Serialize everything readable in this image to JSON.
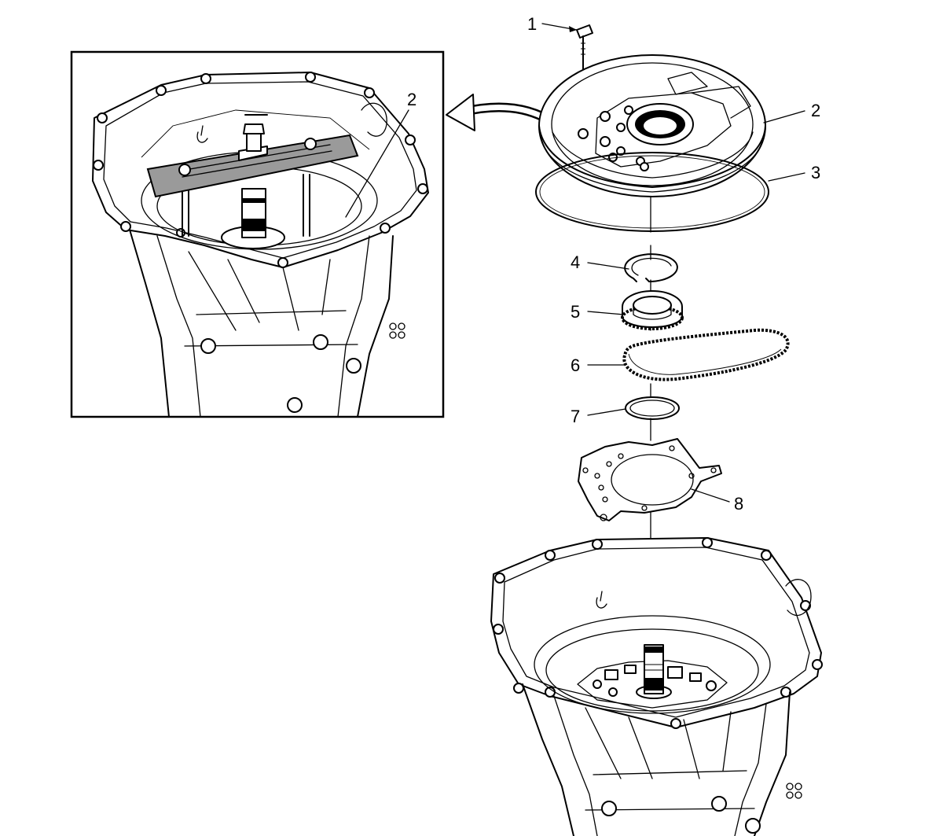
{
  "diagram": {
    "callouts": {
      "c1": "1",
      "c2": "2",
      "c3": "3",
      "c4": "4",
      "c5": "5",
      "c6": "6",
      "c7": "7",
      "c8": "8",
      "inset_c2": "2"
    }
  }
}
